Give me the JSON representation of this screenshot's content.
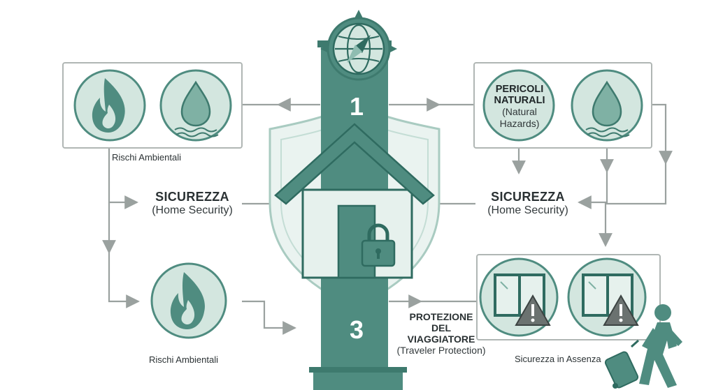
{
  "numbers": {
    "top": "1",
    "bottom": "3"
  },
  "left_panel": {
    "caption": "Rischi Ambientali",
    "icons": [
      "fire-icon",
      "water-drop-icon"
    ]
  },
  "right_panel": {
    "hazard_title_line1": "PERICOLI",
    "hazard_title_line2": "NATURALI",
    "hazard_sub_line1": "(Natural",
    "hazard_sub_line2": "Hazards)",
    "icons": [
      "water-drop-icon"
    ]
  },
  "security_left": {
    "title": "SICUREZZA",
    "subtitle": "(Home Security)"
  },
  "security_right": {
    "title": "SICUREZZA",
    "subtitle": "(Home Security)"
  },
  "bottom_left": {
    "caption": "Rischi Ambientali",
    "icon": "fire-icon"
  },
  "traveler": {
    "line1": "PROTEZIONE",
    "line2": "DEL",
    "line3": "VIAGGIATORE",
    "sub": "(Traveler Protection)"
  },
  "bottom_right": {
    "caption": "Sicurezza in Assenza",
    "icons": [
      "window-warning-icon",
      "window-warning-icon",
      "traveler-icon"
    ]
  },
  "colors": {
    "teal": "#4f8c80",
    "teal_dark": "#2f6b60",
    "teal_light": "#d3e6df",
    "teal_pale": "#e6f1ed",
    "arrow_gray": "#9aa19f",
    "frame_gray": "#b0b6b4"
  },
  "center_icons": [
    "compass-globe-icon",
    "house-icon",
    "shield-icon",
    "padlock-icon"
  ]
}
